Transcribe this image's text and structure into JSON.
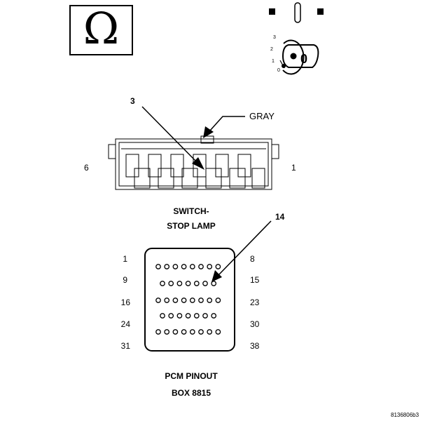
{
  "ohm_symbol": "Ω",
  "key_switch": {
    "positions": [
      "3",
      "2",
      "1",
      "0"
    ],
    "key_label": "0"
  },
  "connector_a": {
    "callout": "3",
    "color_label": "GRAY",
    "pin_left": "6",
    "pin_right": "1",
    "title_line1": "SWITCH-",
    "title_line2": "STOP LAMP"
  },
  "connector_b": {
    "callout": "14",
    "row_start_pins": [
      "1",
      "9",
      "16",
      "24",
      "31"
    ],
    "row_end_pins": [
      "8",
      "15",
      "23",
      "30",
      "38"
    ],
    "row_pin_counts": [
      8,
      7,
      8,
      7,
      8
    ],
    "title_line1": "PCM PINOUT",
    "title_line2": "BOX 8815"
  },
  "figure_id": "8136806b3"
}
